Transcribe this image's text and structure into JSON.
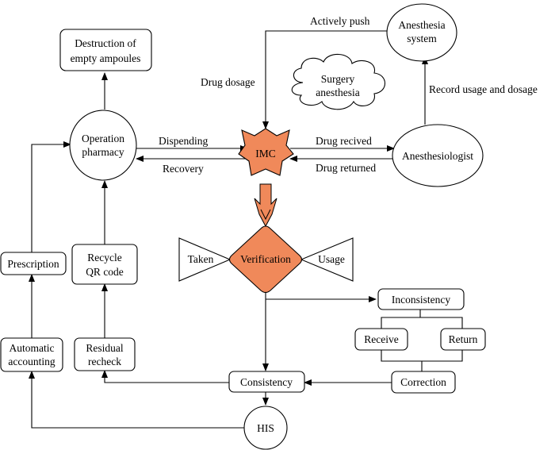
{
  "colors": {
    "accent": "#f0895a",
    "stroke": "#000000",
    "background": "#ffffff"
  },
  "nodes": {
    "destruction": [
      "Destruction of",
      "empty ampoules"
    ],
    "operation_pharmacy": [
      "Operation",
      "pharmacy"
    ],
    "imc": "IMC",
    "anesthesia_system": [
      "Anesthesia",
      "system"
    ],
    "surgery_anesthesia": [
      "Surgery",
      "anesthesia"
    ],
    "anesthesiologist": "Anesthesiologist",
    "verification": "Verification",
    "taken": "Taken",
    "usage": "Usage",
    "prescription": "Prescription",
    "recycle_qr": [
      "Recycle",
      "QR code"
    ],
    "automatic_accounting": [
      "Automatic",
      "accounting"
    ],
    "residual_recheck": [
      "Residual",
      "recheck"
    ],
    "inconsistency": "Inconsistency",
    "receive": "Receive",
    "return": "Return",
    "correction": "Correction",
    "consistency": "Consistency",
    "his": "HIS"
  },
  "edges": {
    "actively_push": "Actively push",
    "drug_dosage": "Drug dosage",
    "record_usage": "Record usage and dosage",
    "dispending": "Dispending",
    "recovery": "Recovery",
    "drug_received": "Drug recived",
    "drug_returned": "Drug returned"
  }
}
